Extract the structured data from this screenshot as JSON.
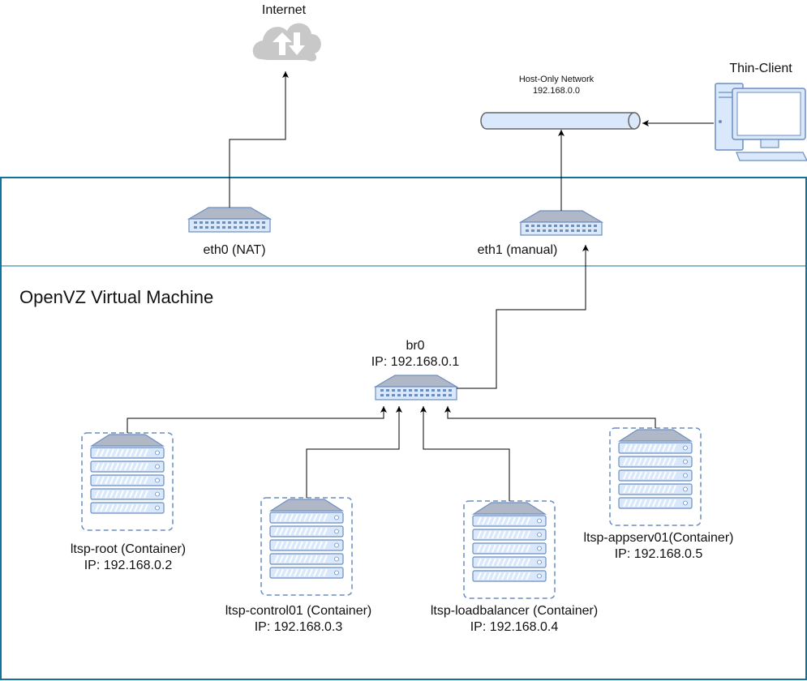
{
  "internet": {
    "label": "Internet"
  },
  "host_only_network": {
    "title": "Host-Only Network",
    "subnet": "192.168.0.0"
  },
  "thin_client": {
    "label": "Thin-Client"
  },
  "interfaces": {
    "eth0": "eth0 (NAT)",
    "eth1": "eth1 (manual)"
  },
  "vm": {
    "title": "OpenVZ Virtual Machine"
  },
  "bridge": {
    "name": "br0",
    "ip": "IP: 192.168.0.1"
  },
  "containers": [
    {
      "name": "ltsp-root (Container)",
      "ip": "IP: 192.168.0.2"
    },
    {
      "name": "ltsp-control01 (Container)",
      "ip": "IP: 192.168.0.3"
    },
    {
      "name": "ltsp-loadbalancer (Container)",
      "ip": "IP: 192.168.0.4"
    },
    {
      "name": "ltsp-appserv01(Container)",
      "ip": "IP: 192.168.0.5"
    }
  ],
  "colors": {
    "device_fill": "#dae8fc",
    "device_stroke": "#6c8ebf",
    "vm_border": "#10739e",
    "cloud": "#c8c8c8",
    "line": "#000000"
  }
}
